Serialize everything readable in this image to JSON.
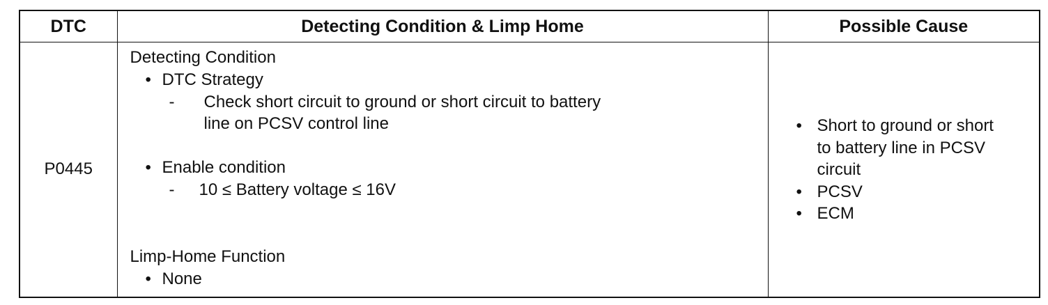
{
  "table": {
    "headers": {
      "dtc": "DTC",
      "condition": "Detecting Condition & Limp Home",
      "cause": "Possible Cause"
    },
    "row": {
      "dtc_code": "P0445",
      "detecting_condition_title": "Detecting Condition",
      "dtc_strategy_label": "DTC Strategy",
      "dtc_strategy_line1": "Check short circuit to ground or short circuit to battery",
      "dtc_strategy_line2": "line on PCSV control line",
      "enable_condition_label": "Enable condition",
      "enable_condition_detail": "10 ≤ Battery voltage ≤ 16V",
      "limp_home_title": "Limp-Home Function",
      "limp_home_value": "None",
      "possible_causes": [
        "Short to ground or short to battery line in PCSV circuit",
        "PCSV",
        "ECM"
      ]
    },
    "symbols": {
      "bullet": "•",
      "dash": "-"
    }
  }
}
